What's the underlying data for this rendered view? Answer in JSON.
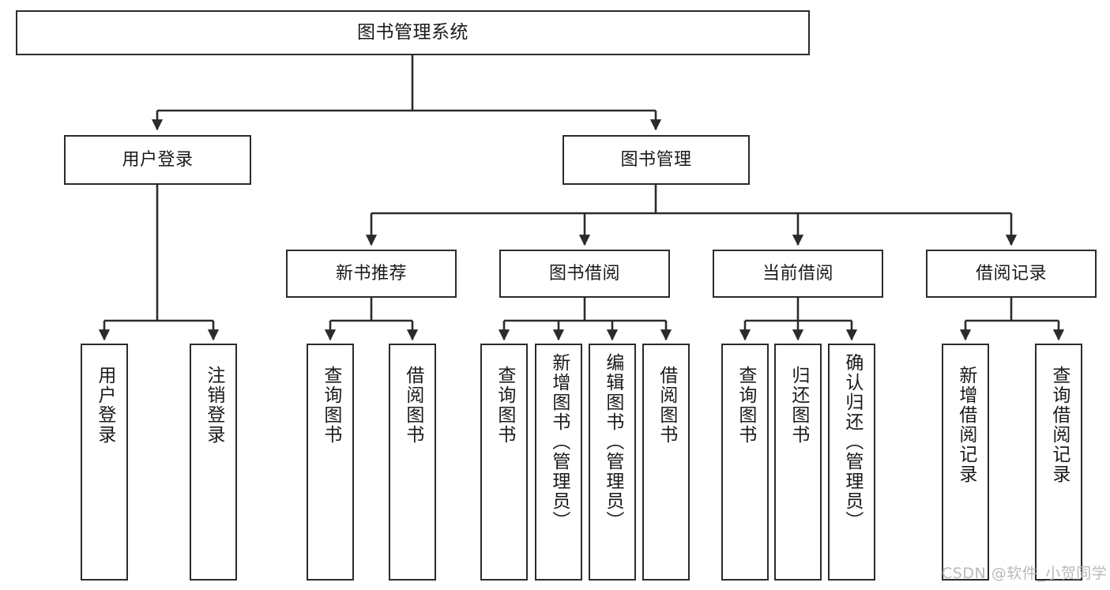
{
  "diagram": {
    "title": "图书管理系统",
    "watermark": "CSDN @软件_小贺同学",
    "colors": {
      "stroke": "#2b2b2b",
      "fill": "#ffffff",
      "text": "#1a1a1a",
      "watermark": "#b9b9b9"
    },
    "levels": {
      "root": {
        "label": "图书管理系统"
      },
      "level2": [
        {
          "label": "用户登录"
        },
        {
          "label": "图书管理"
        }
      ],
      "level3": [
        {
          "label": "新书推荐"
        },
        {
          "label": "图书借阅"
        },
        {
          "label": "当前借阅"
        },
        {
          "label": "借阅记录"
        }
      ],
      "leaves_user_login": [
        {
          "label": "用户登录"
        },
        {
          "label": "注销登录"
        }
      ],
      "leaves_new_book": [
        {
          "label": "查询图书"
        },
        {
          "label": "借阅图书"
        }
      ],
      "leaves_borrow": [
        {
          "label": "查询图书"
        },
        {
          "label": "新增图书（管理员）"
        },
        {
          "label": "编辑图书（管理员）"
        },
        {
          "label": "借阅图书"
        }
      ],
      "leaves_current": [
        {
          "label": "查询图书"
        },
        {
          "label": "归还图书"
        },
        {
          "label": "确认归还（管理员）"
        }
      ],
      "leaves_records": [
        {
          "label": "新增借阅记录"
        },
        {
          "label": "查询借阅记录"
        }
      ]
    }
  }
}
